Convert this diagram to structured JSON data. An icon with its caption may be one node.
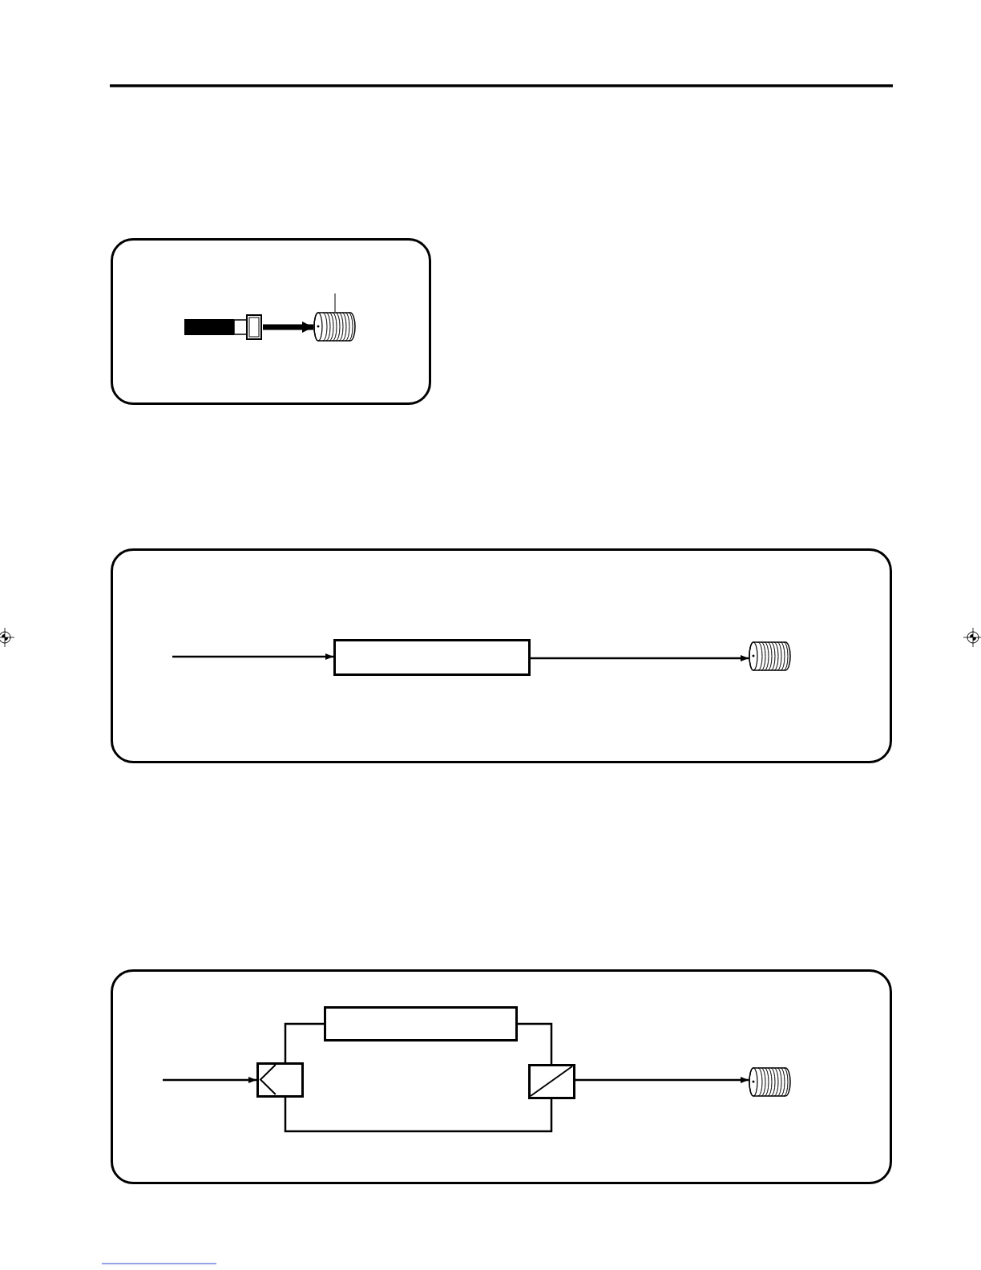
{
  "diagram": {
    "nodes": [
      {
        "text": [],
        "shape": "box"
      },
      {
        "text": [],
        "shape": "picture",
        "in": 0
      },
      {
        "text": [],
        "shape": "picture",
        "in": 0
      },
      {
        "text": [],
        "shape": "box"
      },
      {
        "text": [],
        "shape": "box",
        "in": 3
      },
      {
        "text": [],
        "shape": "picture",
        "in": 3
      },
      {
        "text": [],
        "shape": "box"
      },
      {
        "text": [],
        "shape": "box",
        "in": 6
      },
      {
        "text": [],
        "shape": "box",
        "in": 6
      },
      {
        "text": [],
        "shape": "box",
        "in": 6
      },
      {
        "text": [],
        "shape": "picture",
        "in": 6
      }
    ],
    "edges": [
      {
        "from": 1,
        "to": 2,
        "arrow": "to",
        "style": "thick"
      },
      {
        "from": null,
        "to": 2,
        "arrow": "none"
      },
      {
        "from": null,
        "to": 4,
        "arrow": "to"
      },
      {
        "from": 4,
        "to": 5,
        "arrow": "to"
      },
      {
        "from": null,
        "to": 7,
        "arrow": "to"
      },
      {
        "from": 7,
        "to": 8,
        "arrow": "none"
      },
      {
        "from": 8,
        "to": 9,
        "arrow": "none"
      },
      {
        "from": 7,
        "to": 9,
        "arrow": "none"
      },
      {
        "from": 9,
        "to": 10,
        "arrow": "to"
      }
    ]
  }
}
